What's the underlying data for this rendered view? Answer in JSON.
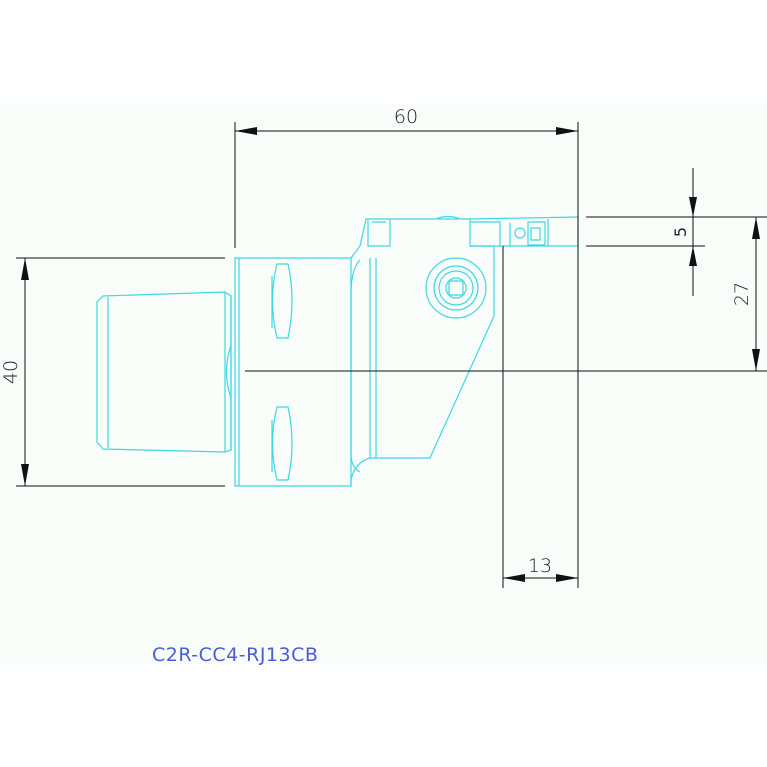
{
  "drawing": {
    "dimensions": {
      "length": "60",
      "height": "40",
      "offset": "27",
      "width": "5",
      "reach": "13"
    },
    "model_code": "C2R-CC4-RJ13CB",
    "colors": {
      "part_outline": "#3fd6e6",
      "dimension_lines": "#111111",
      "model_text": "#4a5cd8",
      "background": "#f9fdf9"
    }
  }
}
